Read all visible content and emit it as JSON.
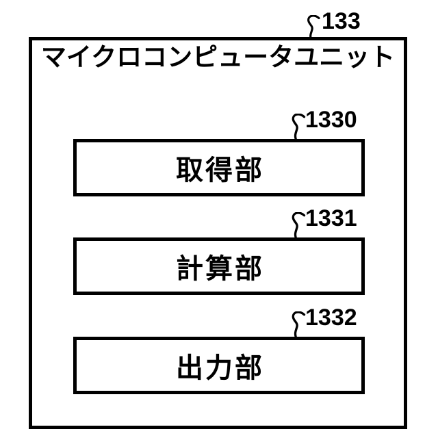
{
  "diagram": {
    "title": "マイクロコンピュータユニット",
    "outer_ref": "133",
    "blocks": [
      {
        "ref": "1330",
        "name": "取得部"
      },
      {
        "ref": "1331",
        "name": "計算部"
      },
      {
        "ref": "1332",
        "name": "出力部"
      }
    ],
    "colors": {
      "line": "#000000",
      "background": "#ffffff"
    }
  }
}
